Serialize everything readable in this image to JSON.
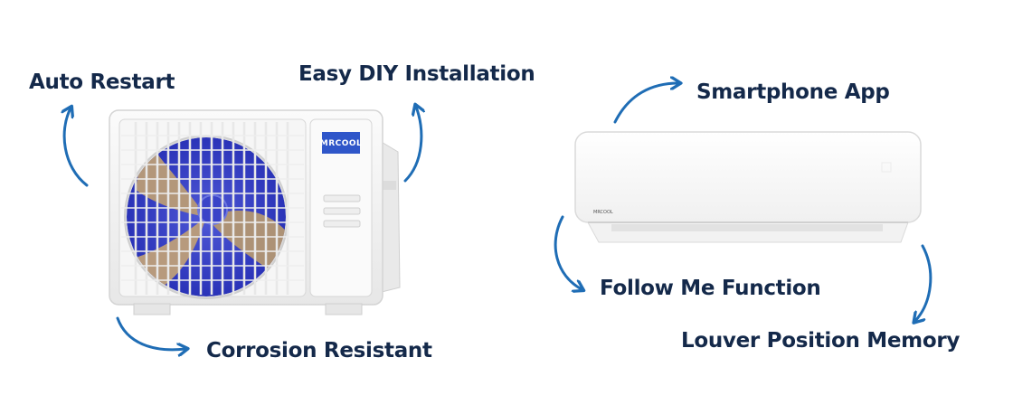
{
  "features": {
    "auto_restart": "Auto Restart",
    "easy_diy": "Easy DIY Installation",
    "corrosion": "Corrosion Resistant",
    "smartphone": "Smartphone App",
    "follow_me": "Follow Me Function",
    "louver": "Louver Position Memory"
  },
  "outdoor_unit": {
    "logo": "MRCOOL"
  },
  "indoor_unit": {
    "logo": "MRCOOL"
  },
  "colors": {
    "label_text": "#14294a",
    "arrow": "#1f6db5",
    "fan_blade": "#3140c8",
    "logo_badge": "#2f56c9"
  },
  "icons": [
    "curved-arrow-icon"
  ]
}
